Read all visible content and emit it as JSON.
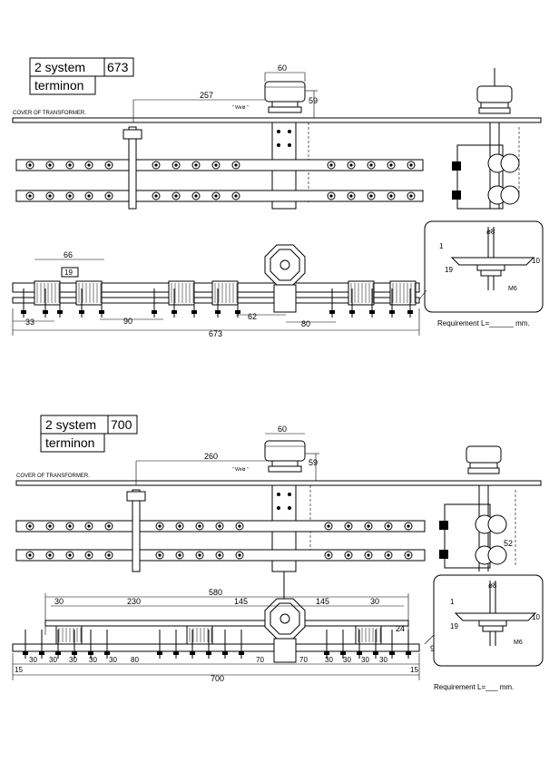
{
  "top": {
    "title_line1": "2 system",
    "title_value": "673",
    "title_line2": "terminon",
    "cover_label": "COVER OF TRANSFORMER.",
    "weld_label": "\" Weld \"",
    "dims": {
      "d257": "257",
      "d60": "60",
      "d59": "59",
      "d66": "66",
      "d19": "19",
      "d33": "33",
      "d90": "90",
      "d62": "62",
      "d80": "80",
      "d673": "673"
    },
    "detail": {
      "d8": "ø8",
      "d1": "1",
      "d10": "10",
      "d19": "19",
      "m6": "M6"
    },
    "requirement": "Requirement L=______ mm."
  },
  "bottom": {
    "title_line1": "2 system",
    "title_value": "700",
    "title_line2": "terminon",
    "cover_label": "COVER OF TRANSFORMER.",
    "weld_label": "\" Weld \"",
    "dims": {
      "d260": "260",
      "d60": "60",
      "d59": "59",
      "d52": "52",
      "d580": "580",
      "d30a": "30",
      "d230": "230",
      "d145a": "145",
      "d145b": "145",
      "d30b": "30",
      "d24": "24",
      "d9": "9",
      "d15a": "15",
      "d15b": "15",
      "d700": "700",
      "d80": "80",
      "d70a": "70",
      "d70b": "70",
      "d30": "30"
    },
    "detail": {
      "d8": "ø8",
      "d1": "1",
      "d10": "10",
      "d19": "19",
      "m6": "M6"
    },
    "requirement": "Requirement L=___ mm."
  }
}
